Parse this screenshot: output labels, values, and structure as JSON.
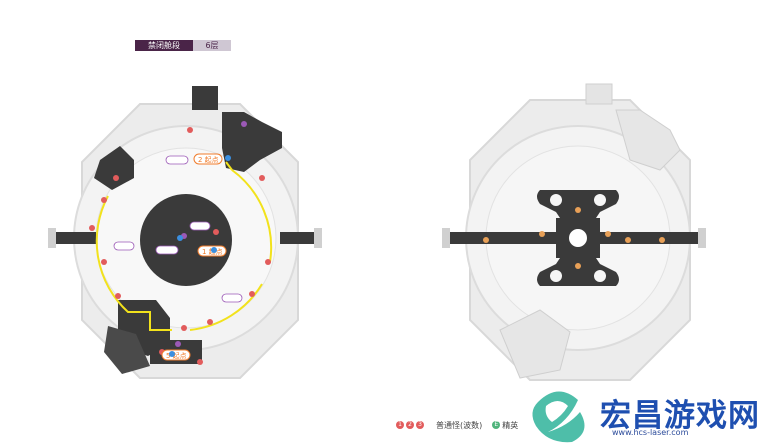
{
  "header": {
    "area_label": "禁闭舱段",
    "floor_label": "6层"
  },
  "left_map": {
    "markers": [
      {
        "label": "2 起点"
      },
      {
        "label": "1 起点"
      },
      {
        "label": "5 起点"
      },
      {
        "label": "2"
      },
      {
        "label": "1"
      },
      {
        "label": "5"
      }
    ]
  },
  "legend": {
    "normal_dots": [
      "1",
      "2",
      "3"
    ],
    "normal_label": "普通怪(波数)",
    "elite_dot": "E",
    "elite_label": "精英"
  },
  "watermark": {
    "text": "宏昌游戏网",
    "url": "www.hcs-laser.com"
  },
  "colors": {
    "area_tag_bg": "#4a2448",
    "floor_tag_bg": "#cfc7d3",
    "path_yellow": "#f2e21c",
    "start_marker": "#f07c2c",
    "elite_marker": "#9b59b6",
    "enemy_marker": "#e25c5c"
  }
}
